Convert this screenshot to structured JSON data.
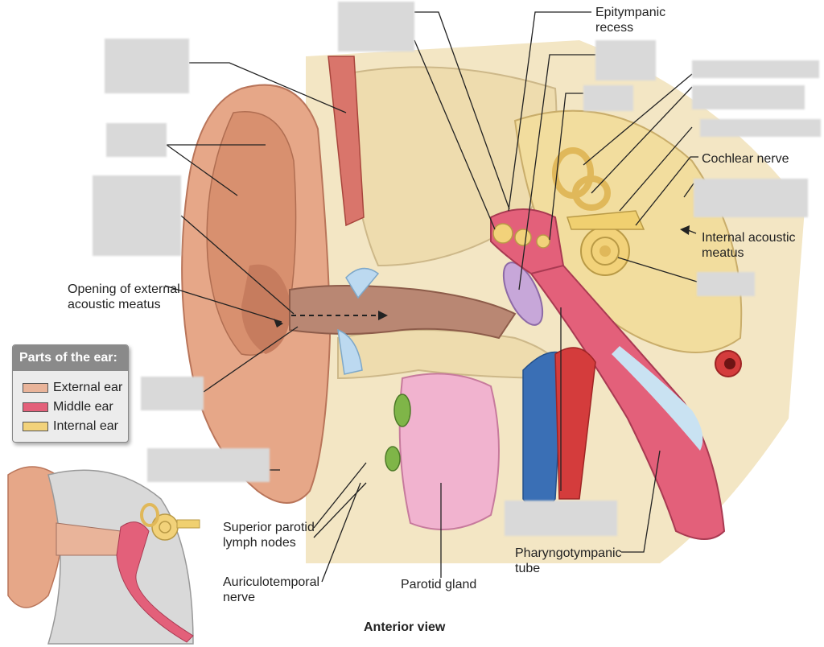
{
  "labels": {
    "epitympanic_recess": "Epitympanic\nrecess",
    "cochlear_nerve": "Cochlear nerve",
    "internal_acoustic_meatus": "Internal acoustic\nmeatus",
    "opening_external_meatus": "Opening of external\nacoustic meatus",
    "superior_parotid_nodes": "Superior parotid\nlymph nodes",
    "auriculotemporal_nerve": "Auriculotemporal\nnerve",
    "parotid_gland": "Parotid gland",
    "pharyngotympanic_tube": "Pharyngotympanic\ntube"
  },
  "legend": {
    "title": "Parts of the ear:",
    "items": [
      {
        "label": "External ear",
        "color": "#e9b49a"
      },
      {
        "label": "Middle ear",
        "color": "#e3607a"
      },
      {
        "label": "Internal ear",
        "color": "#f2d27a"
      }
    ]
  },
  "caption": "Anterior view",
  "colors": {
    "external_ear": "#e9b49a",
    "middle_ear": "#e3607a",
    "internal_ear": "#f2d27a",
    "bone": "#efe0b8",
    "label_mask": "#d9d9d9"
  }
}
